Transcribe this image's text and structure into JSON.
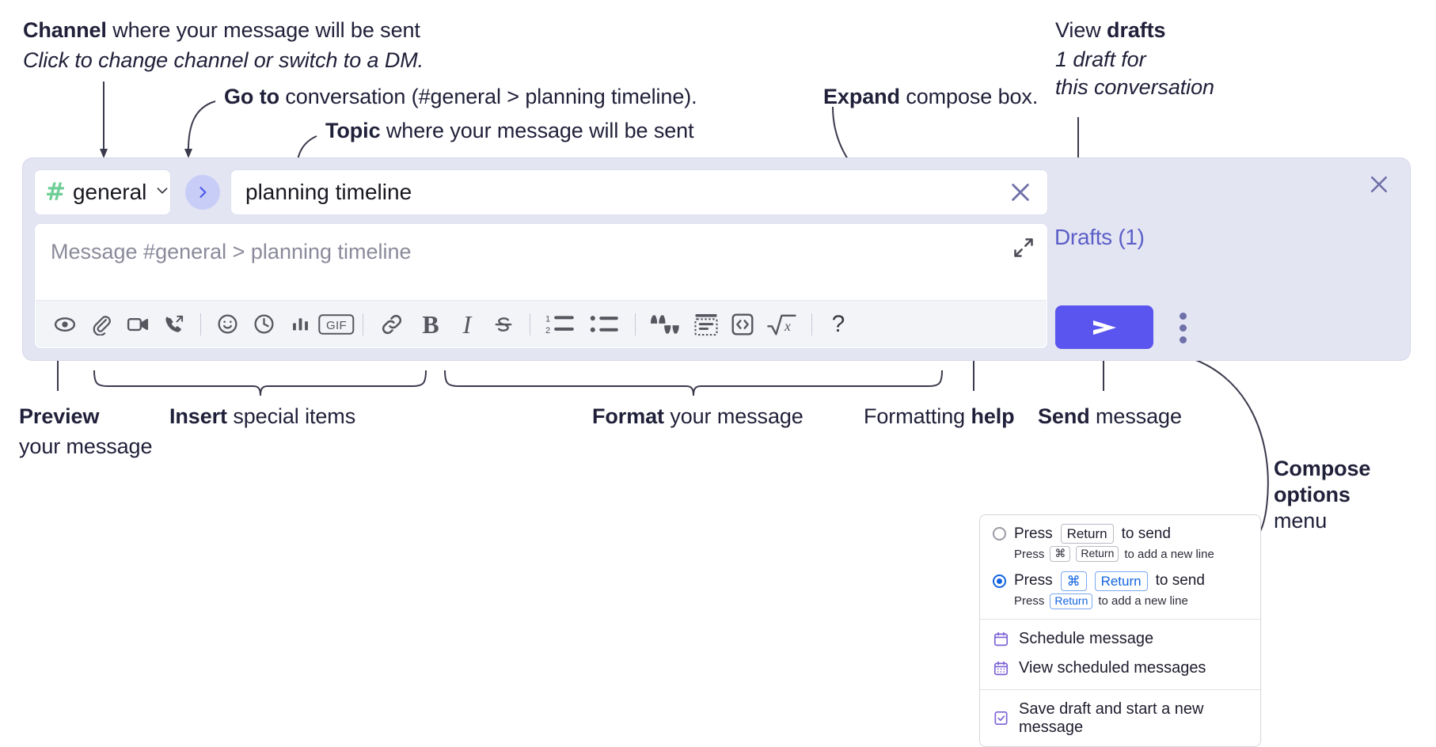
{
  "annotations": {
    "channel": {
      "bold": "Channel",
      "rest": " where your message will be sent",
      "italic": "Click to change channel or switch to a DM."
    },
    "goto": {
      "bold": "Go to",
      "rest": " conversation (#general > planning timeline)."
    },
    "topic": {
      "bold": "Topic",
      "rest": " where your message will be sent"
    },
    "expand": {
      "bold": "Expand",
      "rest": " compose box."
    },
    "drafts": {
      "plain": "View ",
      "bold": "drafts",
      "italic1": "1 draft for",
      "italic2": "this conversation"
    },
    "preview": {
      "bold": "Preview",
      "line2": "your message"
    },
    "insert": {
      "bold": "Insert",
      "rest": " special items"
    },
    "format": {
      "bold": "Format",
      "rest": " your message"
    },
    "formatting_help": {
      "plain": "Formatting ",
      "bold": "help"
    },
    "send": {
      "bold": "Send",
      "rest": " message"
    },
    "compose_options": {
      "bold1": "Compose",
      "bold2": "options",
      "plain": "menu"
    }
  },
  "compose": {
    "channel_name": "general",
    "channel_hash": "#",
    "topic_value": "planning timeline",
    "message_placeholder": "Message #general > planning timeline",
    "drafts_label": "Drafts (1)",
    "toolbar": [
      {
        "name": "preview-icon",
        "title": "Preview"
      },
      {
        "name": "attachment-icon",
        "title": "Attach file"
      },
      {
        "name": "video-icon",
        "title": "Video clip"
      },
      {
        "name": "audio-call-icon",
        "title": "Audio clip"
      },
      {
        "name": "divider-1",
        "title": ""
      },
      {
        "name": "emoji-icon",
        "title": "Emoji"
      },
      {
        "name": "clock-icon",
        "title": "Reminder"
      },
      {
        "name": "poll-icon",
        "title": "Poll"
      },
      {
        "name": "gif-icon",
        "title": "GIF"
      },
      {
        "name": "divider-2",
        "title": ""
      },
      {
        "name": "link-icon",
        "title": "Link"
      },
      {
        "name": "bold-icon",
        "title": "Bold"
      },
      {
        "name": "italic-icon",
        "title": "Italic"
      },
      {
        "name": "strikethrough-icon",
        "title": "Strikethrough"
      },
      {
        "name": "divider-3",
        "title": ""
      },
      {
        "name": "ordered-list-icon",
        "title": "Ordered list"
      },
      {
        "name": "bulleted-list-icon",
        "title": "Bulleted list"
      },
      {
        "name": "divider-4",
        "title": ""
      },
      {
        "name": "blockquote-icon",
        "title": "Blockquote"
      },
      {
        "name": "code-block-icon",
        "title": "Code block"
      },
      {
        "name": "code-icon",
        "title": "Code"
      },
      {
        "name": "latex-icon",
        "title": "Math"
      },
      {
        "name": "divider-5",
        "title": ""
      },
      {
        "name": "help-icon",
        "title": "Formatting help"
      }
    ],
    "gif_label": "GIF",
    "help_label": "?",
    "bold_label": "B",
    "italic_label": "I"
  },
  "options_menu": {
    "option1": {
      "pre": "Press",
      "key": "Return",
      "post": "to send",
      "sub_pre": "Press",
      "sub_key1": "⌘",
      "sub_key2": "Return",
      "sub_post": "to add a new line",
      "selected": false
    },
    "option2": {
      "pre": "Press",
      "key1": "⌘",
      "key2": "Return",
      "post": "to send",
      "sub_pre": "Press",
      "sub_key": "Return",
      "sub_post": "to add a new line",
      "selected": true
    },
    "items": [
      {
        "icon": "calendar-icon",
        "label": "Schedule message"
      },
      {
        "icon": "calendar-grid-icon",
        "label": "View scheduled messages"
      },
      {
        "icon": "save-draft-icon",
        "label": "Save draft and start a new message"
      }
    ]
  },
  "colors": {
    "accent": "#5b55ef",
    "compose_bg": "#e4e5f3",
    "hash_green": "#6fcf97",
    "drafts_text": "#5b5fc7",
    "goto_bg": "#c8cdf7",
    "radio_blue": "#1264e0"
  }
}
